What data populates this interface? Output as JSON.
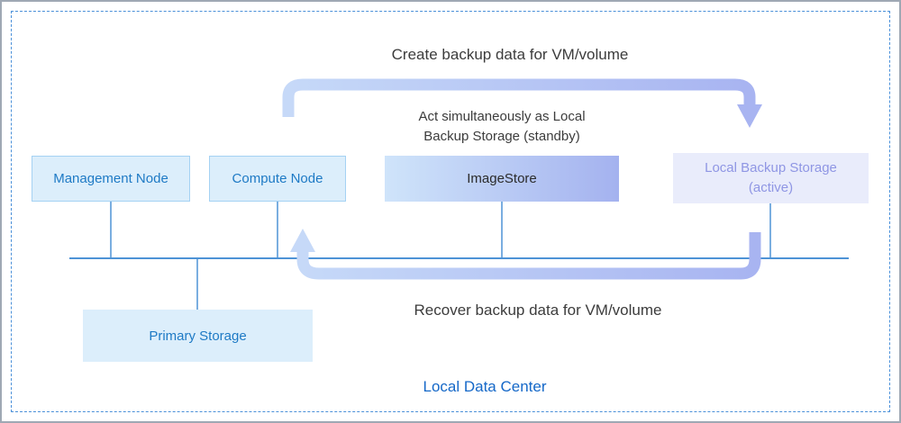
{
  "labels": {
    "create_backup": "Create backup data for VM/volume",
    "recover_backup": "Recover backup data for VM/volume",
    "note_line1": "Act simultaneously as Local",
    "note_line2": "Backup Storage (standby)",
    "datacenter": "Local Data Center"
  },
  "nodes": {
    "management": "Management Node",
    "compute": "Compute Node",
    "imagestore": "ImageStore",
    "lbs_line1": "Local Backup Storage",
    "lbs_line2": "(active)",
    "primary": "Primary Storage"
  },
  "colors": {
    "node_fill": "#dceefb",
    "node_border": "#a5d2f3",
    "node_text": "#1e7ac5",
    "imagestore_fill_start": "#cfe4fa",
    "imagestore_fill_end": "#a4b2ef",
    "imagestore_text": "#2b2b2b",
    "lbs_fill": "#e9ecfb",
    "lbs_text": "#8f96e4",
    "line_color": "#4e93d6",
    "arrow_light": "#c6d9f8",
    "arrow_dark": "#a8b4f1",
    "label_text": "#3c3c3c",
    "title_text": "#1568c8",
    "outer_border": "#9fa8b4",
    "dashed_border": "#4a90d9"
  }
}
